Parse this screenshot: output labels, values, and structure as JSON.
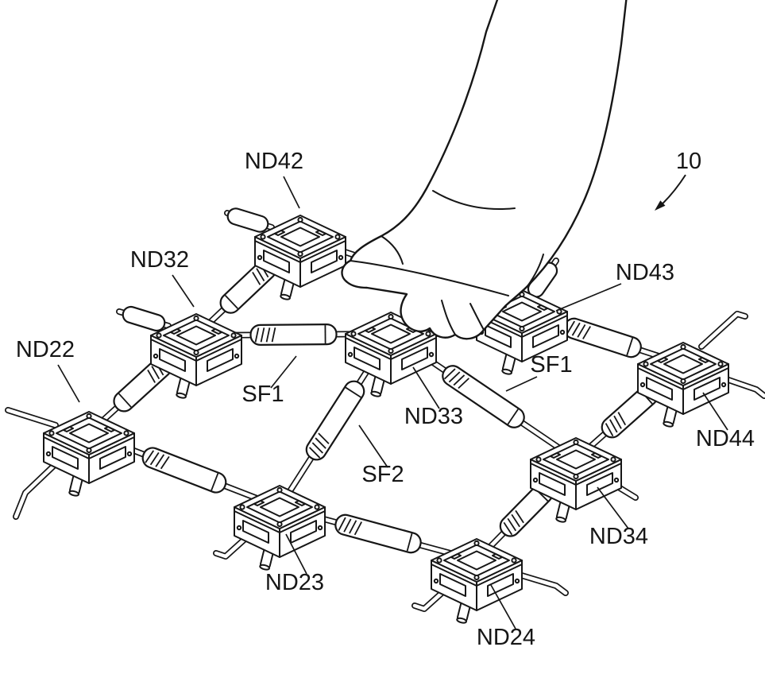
{
  "figure": {
    "labels": {
      "nd42": "ND42",
      "nd32": "ND32",
      "nd22": "ND22",
      "nd43": "ND43",
      "nd33": "ND33",
      "nd44": "ND44",
      "nd34": "ND34",
      "nd23": "ND23",
      "nd24": "ND24",
      "sf1_left": "SF1",
      "sf1_right": "SF1",
      "sf2": "SF2",
      "reference_number": "10"
    }
  }
}
